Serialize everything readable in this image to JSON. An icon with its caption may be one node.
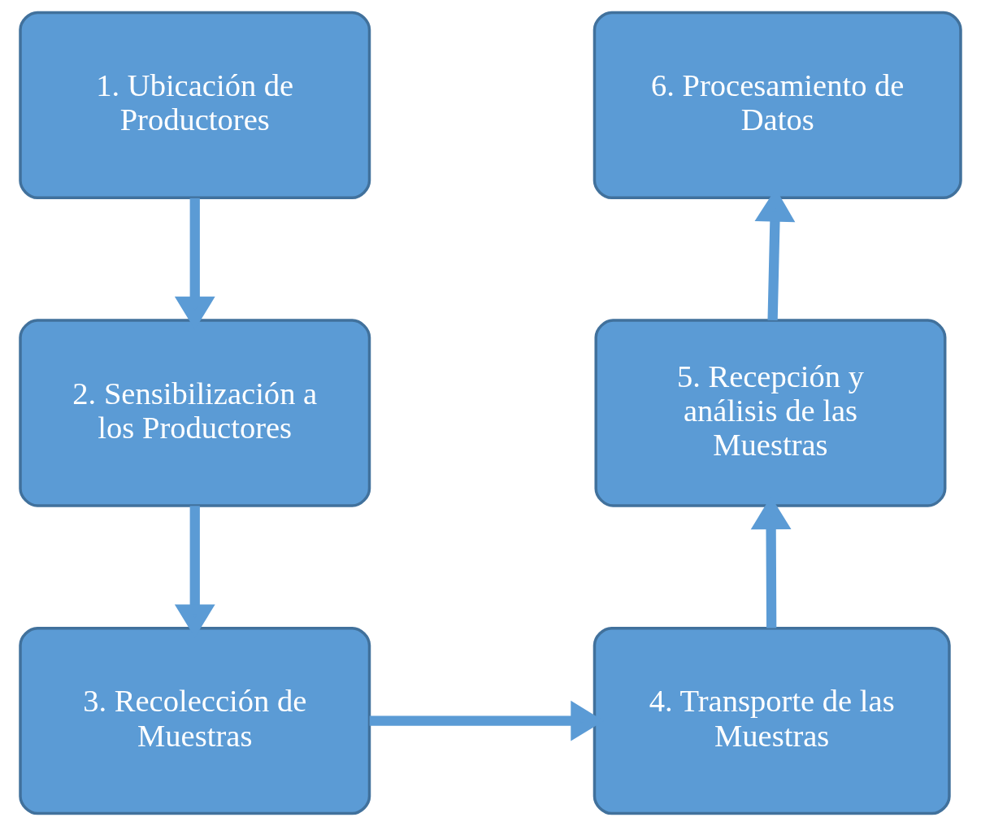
{
  "diagram": {
    "nodes": [
      {
        "text": [
          "1. Ubicación de Productores"
        ]
      },
      {
        "text": [
          "2. Sensibilización a los Productores"
        ]
      },
      {
        "text": [
          "3. Recolección de Muestras"
        ]
      },
      {
        "text": [
          "4. Transporte de las Muestras"
        ]
      },
      {
        "text": [
          "5. Recepción y análisis de las Muestras"
        ]
      },
      {
        "text": [
          "6. Procesamiento de Datos"
        ]
      }
    ],
    "edges": [
      {
        "from": 0,
        "to": 1,
        "arrow": "to"
      },
      {
        "from": 1,
        "to": 2,
        "arrow": "to"
      },
      {
        "from": 2,
        "to": 3,
        "arrow": "to"
      },
      {
        "from": 3,
        "to": 4,
        "arrow": "to"
      },
      {
        "from": 4,
        "to": 5,
        "arrow": "to"
      }
    ]
  }
}
